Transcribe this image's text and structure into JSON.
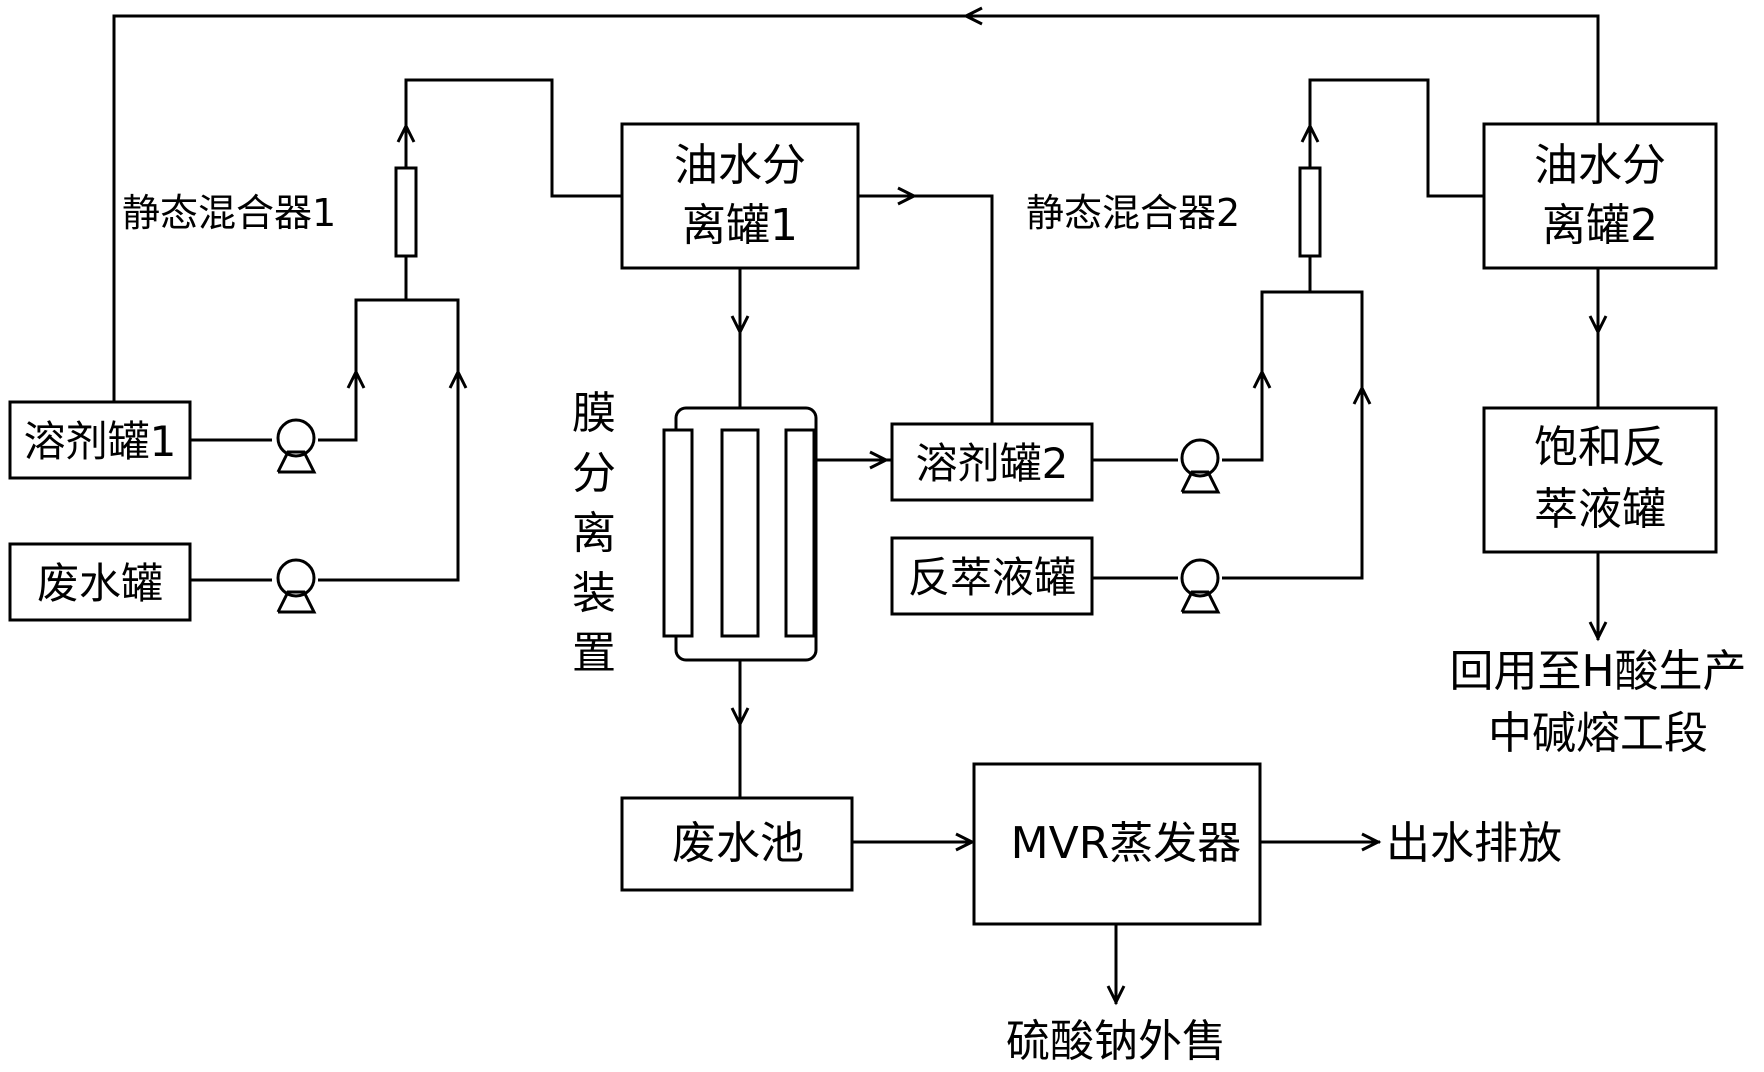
{
  "labels": {
    "static_mixer_1": "静态混合器1",
    "static_mixer_2": "静态混合器2",
    "oil_water_tank_1": [
      "油水分",
      "离罐1"
    ],
    "oil_water_tank_2": [
      "油水分",
      "离罐2"
    ],
    "solvent_tank_1": "溶剂罐1",
    "solvent_tank_2": "溶剂罐2",
    "wastewater_tank": "废水罐",
    "back_extraction_tank": "反萃液罐",
    "saturated_back_extraction_tank": [
      "饱和反",
      "萃液罐"
    ],
    "membrane_device": [
      "膜",
      "分",
      "离",
      "装",
      "置"
    ],
    "wastewater_pool": "废水池",
    "mvr_evaporator": "MVR蒸发器",
    "effluent_discharge": "出水排放",
    "sodium_sulfate_sale": "硫酸钠外售",
    "recycle_note": [
      "回用至H酸生产",
      "中碱熔工段"
    ]
  }
}
